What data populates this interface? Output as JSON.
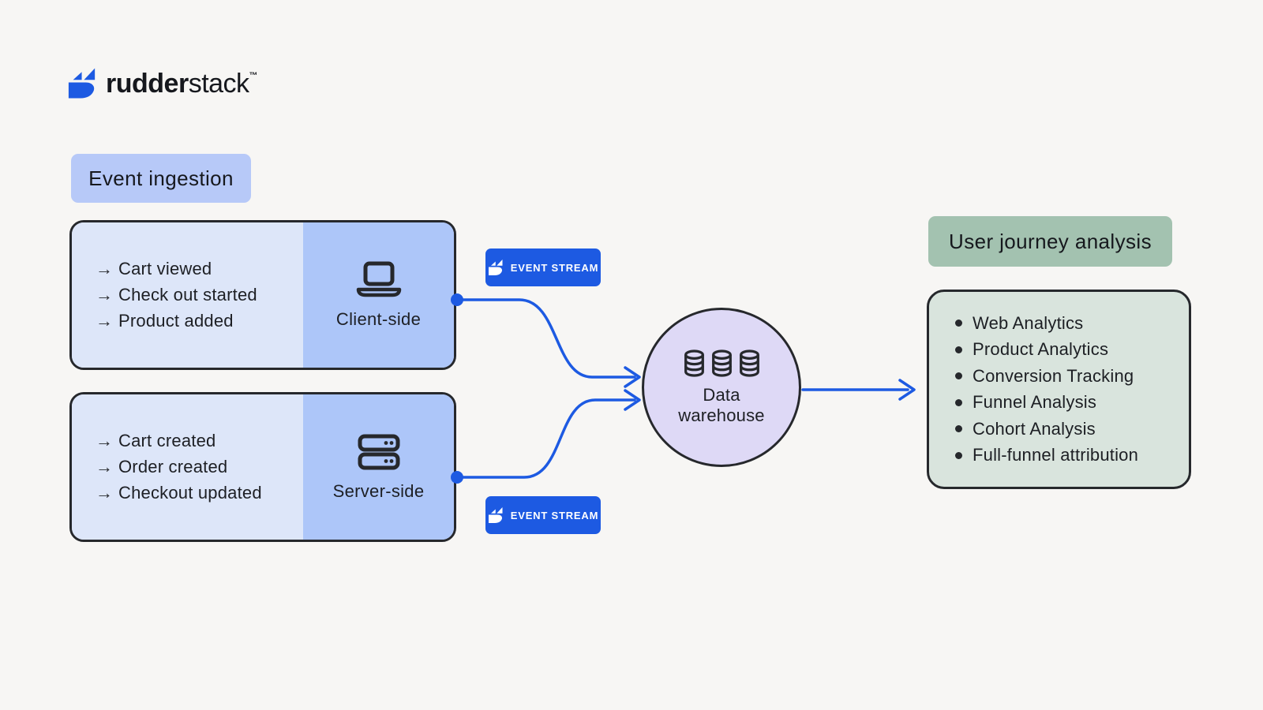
{
  "logo": {
    "brand_bold": "rudder",
    "brand_light": "stack",
    "trademark": "™"
  },
  "glyphs": {
    "event_arrow": "→"
  },
  "tags": {
    "event_ingestion": "Event ingestion",
    "user_journey_analysis": "User journey analysis"
  },
  "client_box": {
    "label": "Client-side",
    "events": [
      "Cart viewed",
      "Check out started",
      "Product added"
    ]
  },
  "server_box": {
    "label": "Server-side",
    "events": [
      "Cart created",
      "Order created",
      "Checkout updated"
    ]
  },
  "event_stream_badge": {
    "label": "EVENT STREAM"
  },
  "warehouse": {
    "line1": "Data",
    "line2": "warehouse"
  },
  "analysis_box": {
    "items": [
      "Web Analytics",
      "Product Analytics",
      "Conversion Tracking",
      "Funnel Analysis",
      "Cohort Analysis",
      "Full-funnel attribution"
    ]
  },
  "colors": {
    "accent_blue": "#1d5ae2",
    "pill_blue": "#b7c9f8",
    "panel_light_blue": "#dde6f9",
    "panel_blue": "#adc6f9",
    "warehouse_purple": "#ded9f6",
    "pill_green": "#a3c2b0",
    "panel_green": "#d9e4dd",
    "ink": "#1d1f24",
    "border_dark": "#26282c",
    "background": "#f7f6f4"
  }
}
